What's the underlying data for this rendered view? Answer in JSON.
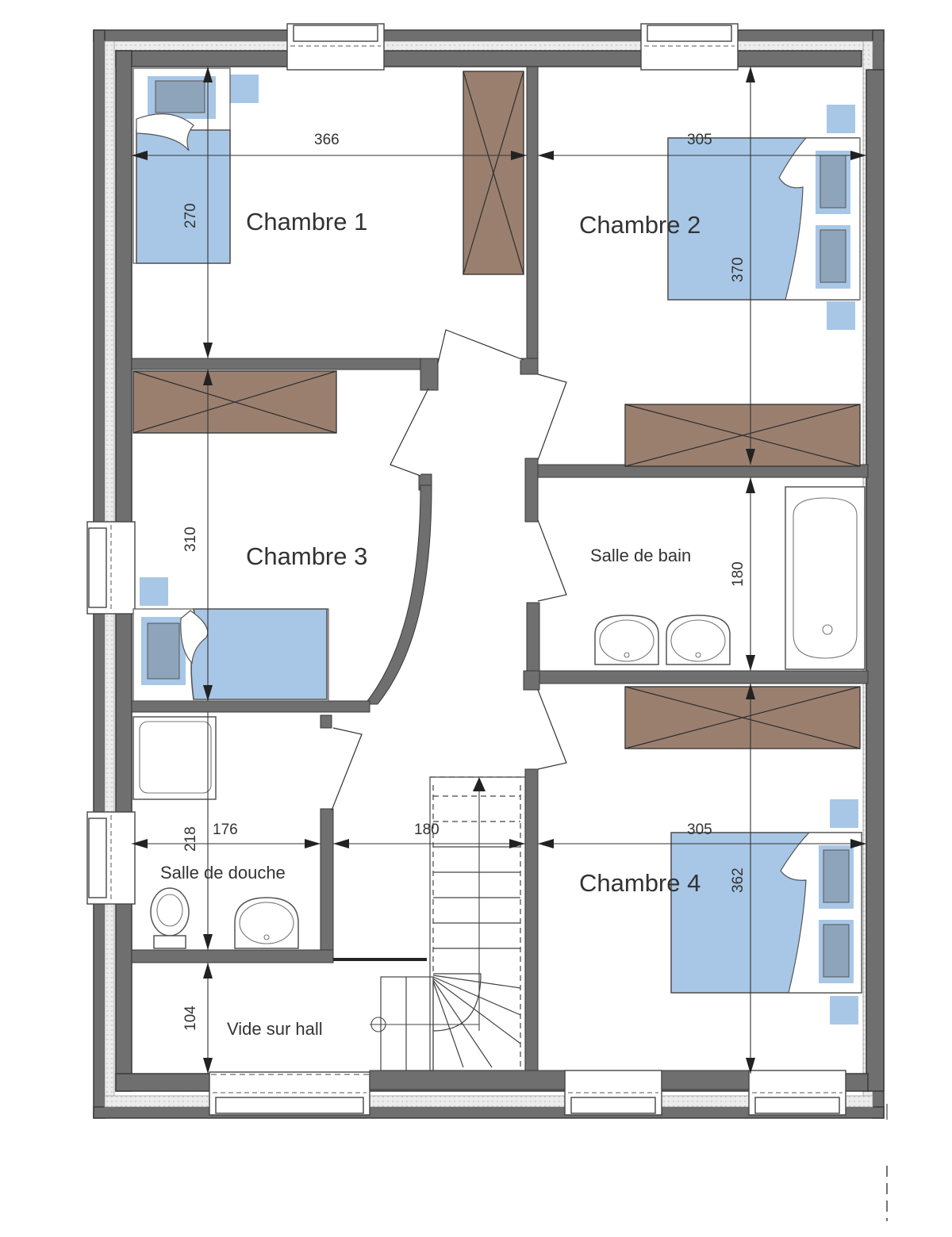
{
  "rooms": {
    "chambre1": "Chambre 1",
    "chambre2": "Chambre 2",
    "chambre3": "Chambre 3",
    "chambre4": "Chambre 4",
    "salle_de_bain": "Salle de bain",
    "salle_de_douche": "Salle de douche",
    "vide_sur_hall": "Vide sur hall"
  },
  "dimensions": {
    "chambre1_width": "366",
    "chambre1_depth": "270",
    "chambre2_width": "305",
    "chambre2_depth": "370",
    "chambre3_depth": "310",
    "salle_de_bain_depth": "180",
    "salle_de_douche_depth": "218",
    "salle_de_douche_width": "176",
    "hall_width": "180",
    "chambre4_width": "305",
    "chambre4_depth": "362",
    "vide_depth": "104"
  },
  "colors": {
    "wall": "#6f6f6f",
    "closet": "#9a7f6f",
    "bed": "#a8c7e6"
  }
}
